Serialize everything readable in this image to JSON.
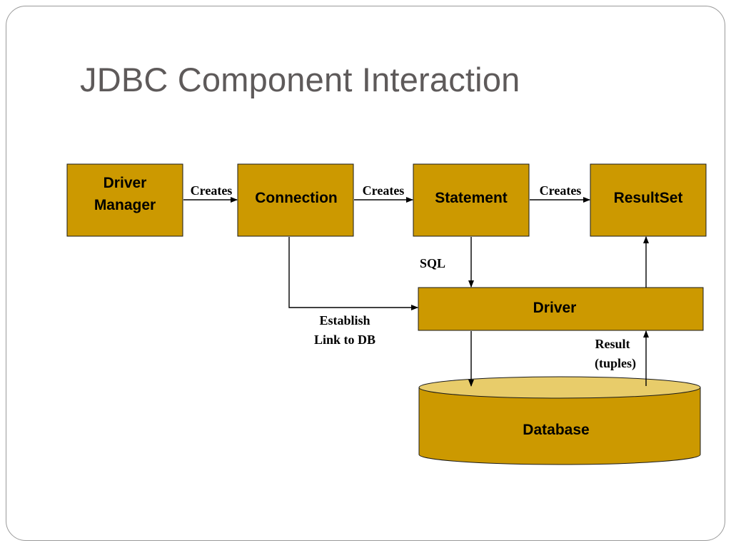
{
  "slide": {
    "title": "JDBC Component Interaction"
  },
  "nodes": {
    "driver_manager": {
      "line1": "Driver",
      "line2": "Manager"
    },
    "connection": "Connection",
    "statement": "Statement",
    "resultset": "ResultSet",
    "driver": "Driver",
    "database": "Database"
  },
  "edges": {
    "dm_to_connection": "Creates",
    "connection_to_statement": "Creates",
    "statement_to_resultset": "Creates",
    "statement_to_driver": "SQL",
    "connection_to_driver": {
      "line1": "Establish",
      "line2": "Link to DB"
    },
    "database_to_driver": {
      "line1": "Result",
      "line2": "(tuples)"
    }
  },
  "colors": {
    "box_fill": "#cc9900",
    "cylinder_top": "#e8cc6a",
    "title": "#5e5a5a"
  }
}
